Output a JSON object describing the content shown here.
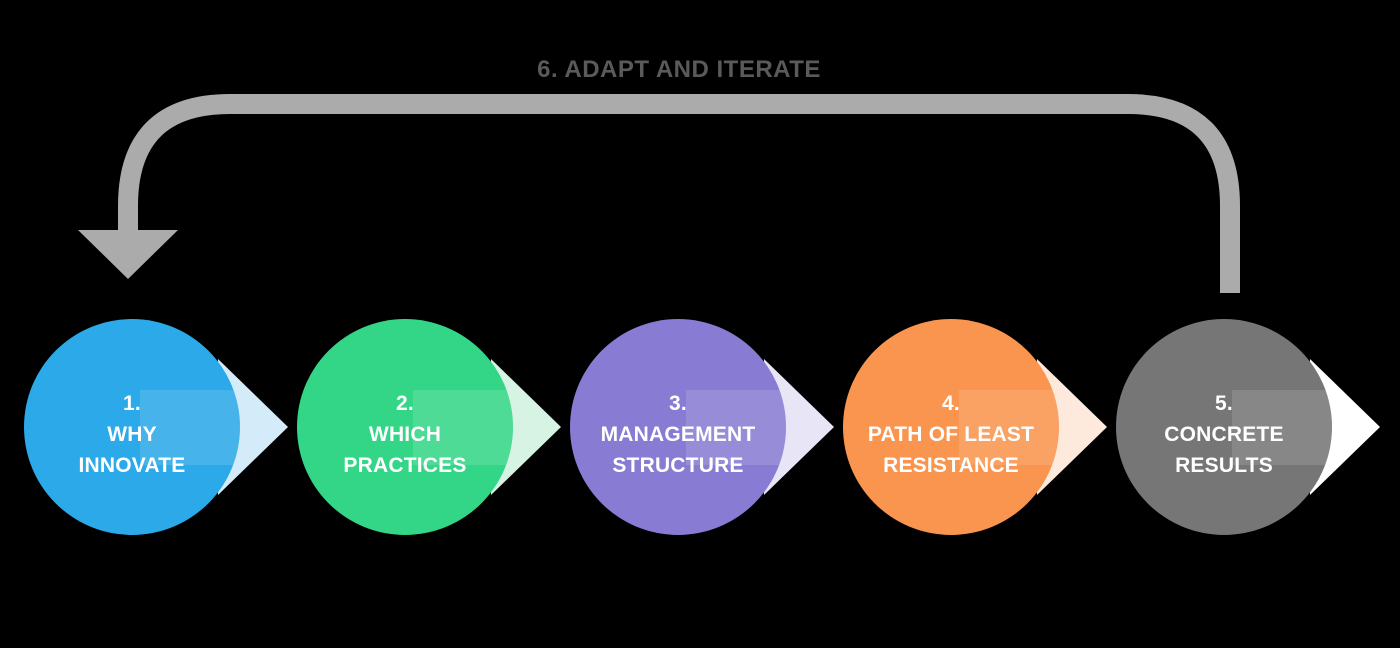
{
  "diagram": {
    "background_color": "#000000",
    "loop": {
      "label": "6. ADAPT AND ITERATE",
      "label_color": "#595A5C",
      "color": "#ABABAB"
    },
    "steps": [
      {
        "number": "1.",
        "lines": [
          "WHY",
          "INNOVATE"
        ],
        "color": "#2BA9E9",
        "arrow_color": "#D4EBF9"
      },
      {
        "number": "2.",
        "lines": [
          "WHICH",
          "PRACTICES"
        ],
        "color": "#33D687",
        "arrow_color": "#D6F3E3"
      },
      {
        "number": "3.",
        "lines": [
          "MANAGEMENT",
          "STRUCTURE"
        ],
        "color": "#877BD3",
        "arrow_color": "#E7E5F6"
      },
      {
        "number": "4.",
        "lines": [
          "PATH OF LEAST",
          "RESISTANCE"
        ],
        "color": "#F9954E",
        "arrow_color": "#FEEADC"
      },
      {
        "number": "5.",
        "lines": [
          "CONCRETE",
          "RESULTS"
        ],
        "color": "#767676",
        "arrow_color": "#FFFFFF"
      }
    ]
  }
}
